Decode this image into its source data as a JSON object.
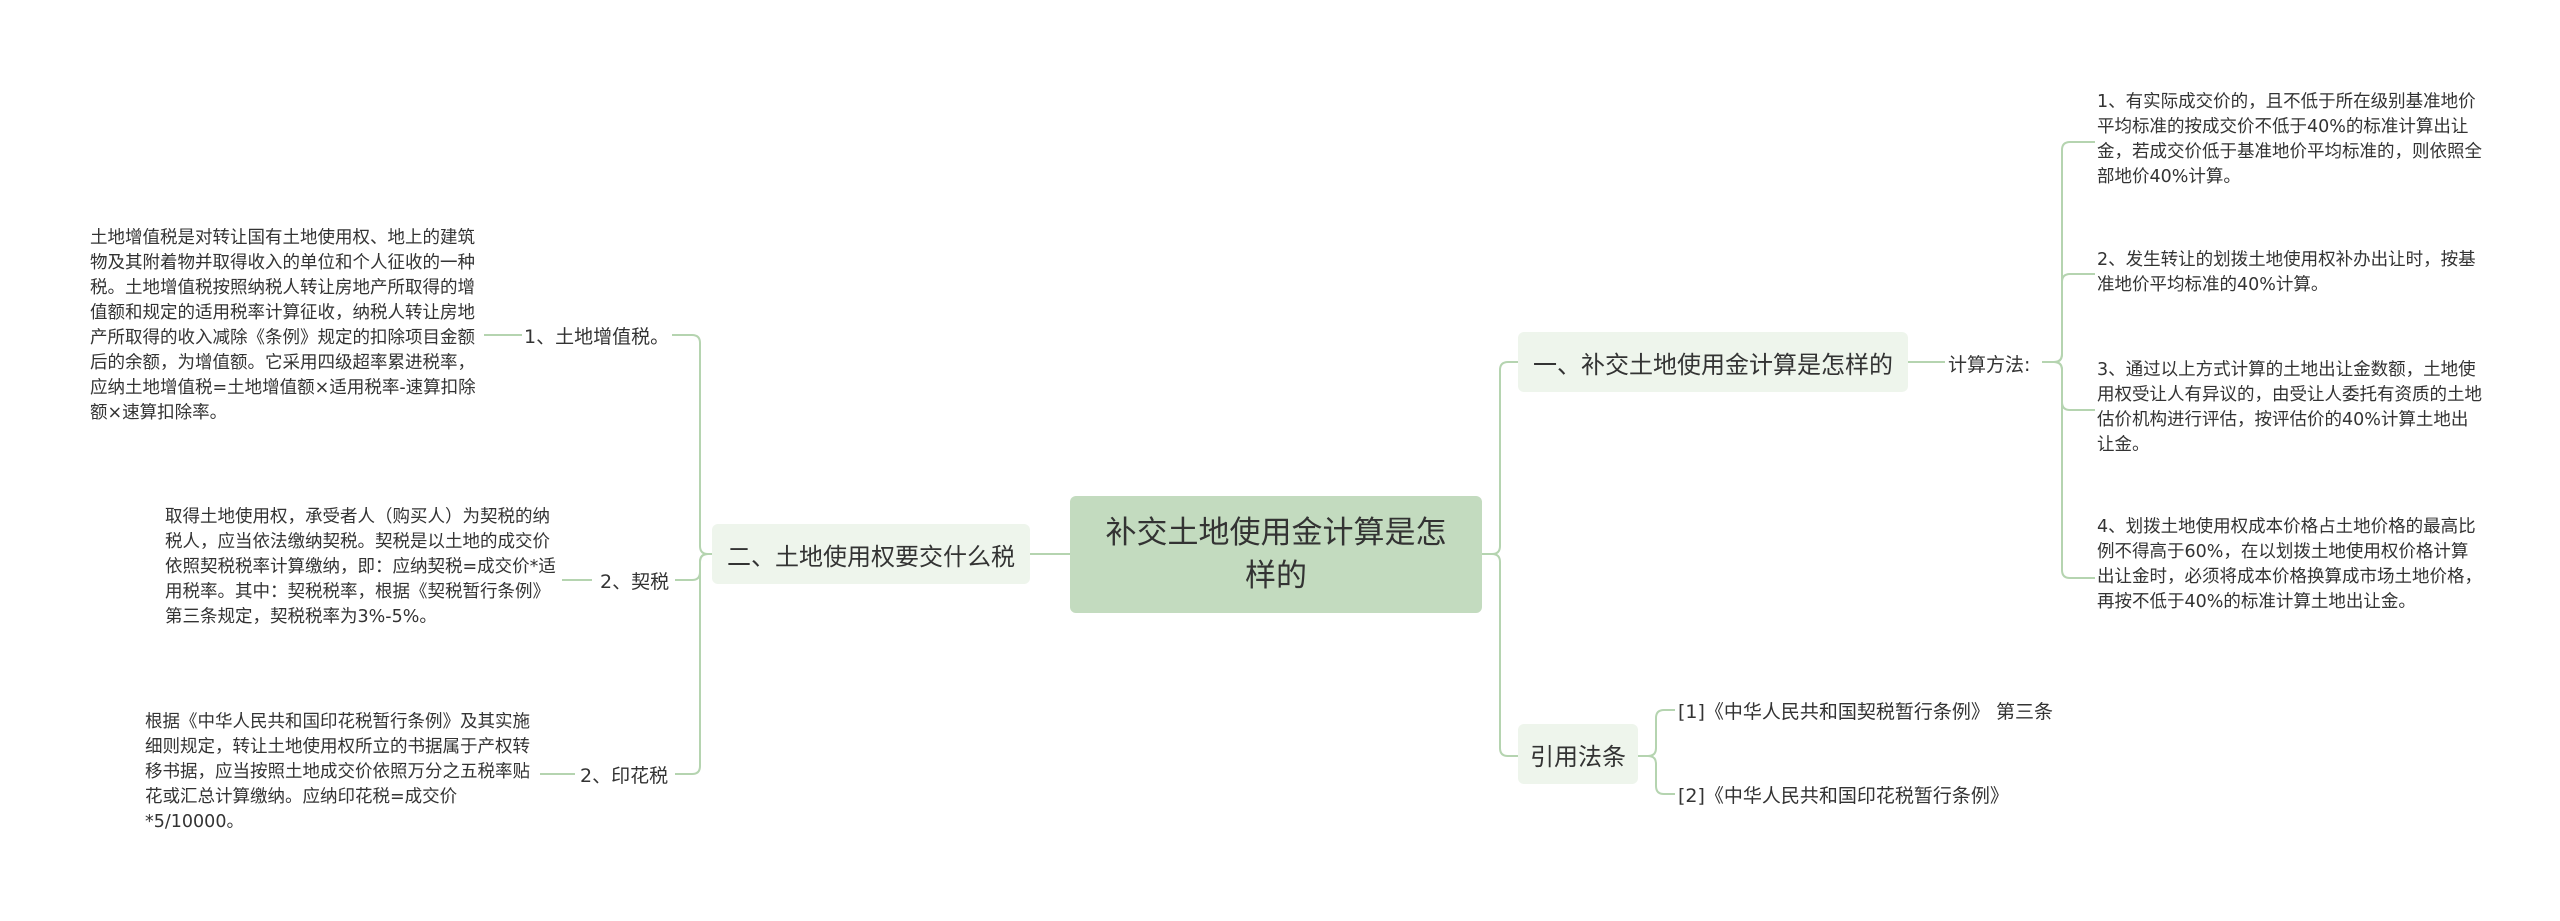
{
  "root": {
    "text": "补交土地使用金计算是怎样的"
  },
  "right": {
    "branch1": {
      "title": "一、补交土地使用金计算是怎样的",
      "sub_label": "计算方法:",
      "items": [
        "1、有实际成交价的，且不低于所在级别基准地价平均标准的按成交价不低于40%的标准计算出让金，若成交价低于基准地价平均标准的，则依照全部地价40%计算。",
        "2、发生转让的划拨土地使用权补办出让时，按基准地价平均标准的40%计算。",
        "3、通过以上方式计算的土地出让金数额，土地使用权受让人有异议的，由受让人委托有资质的土地估价机构进行评估，按评估价的40%计算土地出让金。",
        "4、划拨土地使用权成本价格占土地价格的最高比例不得高于60%，在以划拨土地使用权价格计算出让金时，必须将成本价格换算成市场土地价格，再按不低于40%的标准计算土地出让金。"
      ]
    },
    "branch2": {
      "title": "引用法条",
      "items": [
        "[1]《中华人民共和国契税暂行条例》 第三条",
        "[2]《中华人民共和国印花税暂行条例》"
      ]
    }
  },
  "left": {
    "branch": {
      "title": "二、土地使用权要交什么税",
      "subs": [
        {
          "label": "1、土地增值税。",
          "text": "土地增值税是对转让国有土地使用权、地上的建筑物及其附着物并取得收入的单位和个人征收的一种税。土地增值税按照纳税人转让房地产所取得的增值额和规定的适用税率计算征收，纳税人转让房地产所取得的收入减除《条例》规定的扣除项目金额后的余额，为增值额。它采用四级超率累进税率，应纳土地增值税=土地增值额×适用税率-速算扣除额×速算扣除率。"
        },
        {
          "label": "2、契税",
          "text": "取得土地使用权，承受者人（购买人）为契税的纳税人，应当依法缴纳契税。契税是以土地的成交价依照契税税率计算缴纳，即：应纳契税=成交价*适用税率。其中：契税税率，根据《契税暂行条例》第三条规定，契税税率为3%-5%。"
        },
        {
          "label": "2、印花税",
          "text": "根据《中华人民共和国印花税暂行条例》及其实施细则规定，转让土地使用权所立的书据属于产权转移书据，应当按照土地成交价依照万分之五税率贴花或汇总计算缴纳。应纳印花税=成交价*5/10000。"
        }
      ]
    }
  },
  "colors": {
    "root_fill": "#c3dbbf",
    "branch_fill": "#eef5ec",
    "edge": "#b5d4b0",
    "text": "#333333"
  }
}
